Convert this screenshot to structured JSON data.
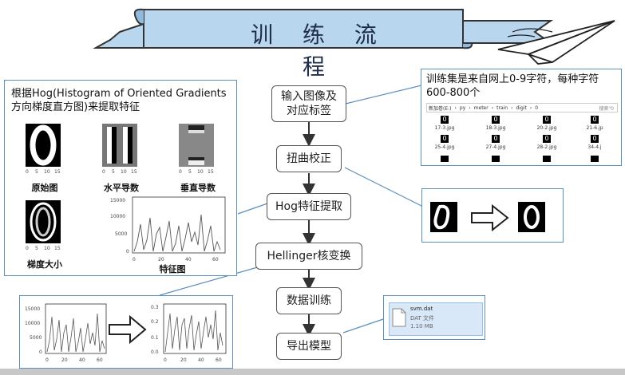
{
  "title": "训 练 流 程",
  "flow": {
    "steps": [
      "输入图像及\n对应标签",
      "扭曲校正",
      "Hog特征提取",
      "Hellinger核变换",
      "数据训练",
      "导出模型"
    ]
  },
  "hog_panel": {
    "description": "根据Hog(Histogram of Oriented Gradients方向梯度直方图)来提取特征",
    "captions": [
      "原始图",
      "水平导数",
      "垂直导数",
      "梯度大小",
      "特征图"
    ],
    "axis_ticks_small": [
      "0",
      "5",
      "10",
      "15"
    ],
    "feature_yticks": [
      "15000",
      "10000",
      "5000",
      "0"
    ],
    "feature_xticks": [
      "0",
      "20",
      "40",
      "60"
    ]
  },
  "dataset_panel": {
    "description": "训练集是来自网上0-9字符，每种字符600-800个",
    "breadcrumb": [
      "新加卷(E:)",
      "py",
      "meter",
      "train",
      "digit",
      "0"
    ],
    "search_placeholder": "搜索\"0",
    "files": [
      "17-3.jpg",
      "18-3.jpg",
      "20-2.jpg",
      "21-6.jp",
      "25-4.jpg",
      "27-4.jpg",
      "28-2.jpg",
      "34-4.j"
    ]
  },
  "hellinger_panel": {
    "left_yticks": [
      "15000",
      "10000",
      "5000",
      "0"
    ],
    "right_yticks": [
      "0.3",
      "0.2",
      "0.1",
      "0.0"
    ],
    "xticks": [
      "0",
      "20",
      "40",
      "60"
    ]
  },
  "model_panel": {
    "filename": "svm.dat",
    "filetype": "DAT 文件",
    "filesize": "1.10 MB"
  },
  "colors": {
    "panel_border": "#5a8fc0",
    "banner_fill": "#b8d6ee",
    "arrow": "#333333"
  }
}
